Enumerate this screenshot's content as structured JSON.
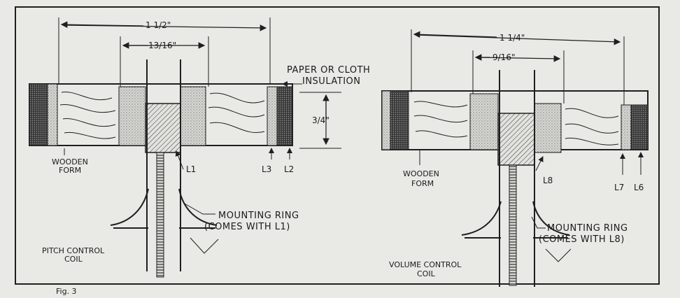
{
  "colors": {
    "paper": "#e9e9e6",
    "ink": "#1f1f1f"
  },
  "left_coil": {
    "dims": {
      "overall": "1 1/2\"",
      "inner": "13/16\"",
      "height": "3/4\""
    },
    "insulation_label": [
      "PAPER OR CLOTH",
      "INSULATION"
    ],
    "form_label": [
      "WOODEN",
      "FORM"
    ],
    "markers": {
      "l1": "L1",
      "l3": "L3",
      "l2": "L2"
    },
    "mount_label": [
      "MOUNTING RING",
      "(COMES WITH L1)"
    ],
    "coil_label": [
      "PITCH CONTROL",
      "COIL"
    ]
  },
  "right_coil": {
    "dims": {
      "overall": "1 1/4\"",
      "inner": "9/16\""
    },
    "form_label": [
      "WOODEN",
      "FORM"
    ],
    "markers": {
      "l8": "L8",
      "l7": "L7",
      "l6": "L6"
    },
    "mount_label": [
      "MOUNTING RING",
      "(COMES WITH L8)"
    ],
    "coil_label": [
      "VOLUME CONTROL",
      "COIL"
    ]
  },
  "caption": "Fig. 3"
}
